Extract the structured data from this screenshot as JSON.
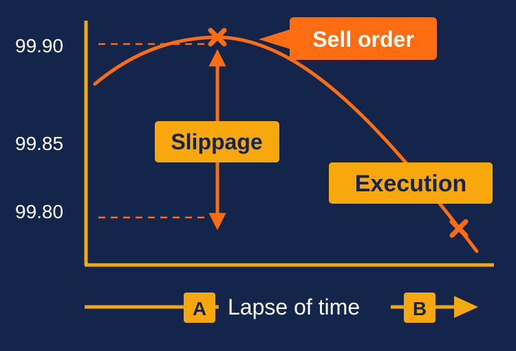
{
  "colors": {
    "background": "#13254a",
    "axis": "#f5a90f",
    "curve": "#ff6d12",
    "label_fill": "#f8a80c",
    "label_text": "#13254a",
    "callout_fill": "#ff6d12",
    "callout_text": "#ffffff",
    "tick_text": "#ffffff"
  },
  "y_axis": {
    "ticks": [
      "99.90",
      "99.85",
      "99.80"
    ]
  },
  "labels": {
    "sell_order": "Sell order",
    "slippage": "Slippage",
    "execution": "Execution"
  },
  "time_axis": {
    "caption": "Lapse of time",
    "start": "A",
    "end": "B"
  },
  "markers": {
    "sell_icon": "x-mark-icon",
    "execution_icon": "x-mark-icon"
  }
}
